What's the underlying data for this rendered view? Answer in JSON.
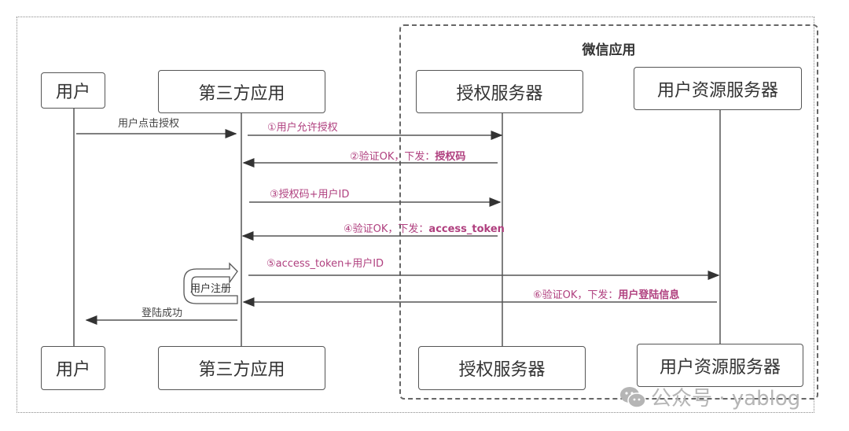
{
  "group": {
    "title": "微信应用"
  },
  "actors": {
    "user": "用户",
    "third_party_app": "第三方应用",
    "auth_server": "授权服务器",
    "resource_server": "用户资源服务器"
  },
  "messages": [
    {
      "id": "m0",
      "from": "user",
      "to": "third_party_app",
      "label": "用户点击授权",
      "bold": ""
    },
    {
      "id": "m1",
      "from": "third_party_app",
      "to": "auth_server",
      "label": "①用户允许授权",
      "bold": ""
    },
    {
      "id": "m2",
      "from": "auth_server",
      "to": "third_party_app",
      "label": "②验证OK，下发：",
      "bold": "授权码"
    },
    {
      "id": "m3",
      "from": "third_party_app",
      "to": "auth_server",
      "label": "③授权码+用户ID",
      "bold": ""
    },
    {
      "id": "m4",
      "from": "auth_server",
      "to": "third_party_app",
      "label": "④验证OK，下发：",
      "bold": "access_token"
    },
    {
      "id": "m5",
      "from": "third_party_app",
      "to": "resource_server",
      "label": "⑤access_token+用户ID",
      "bold": ""
    },
    {
      "id": "m6",
      "from": "resource_server",
      "to": "third_party_app",
      "label": "⑥验证OK，下发：",
      "bold": "用户登陆信息"
    },
    {
      "id": "m7",
      "from": "third_party_app",
      "to": "user",
      "label": "登陆成功",
      "bold": ""
    }
  ],
  "self_action": {
    "label": "用户注册"
  },
  "colors": {
    "message_pink": "#b0407f",
    "line": "#555555"
  },
  "watermark": {
    "icon": "wechat-icon",
    "text": "公众号 · yablog"
  }
}
